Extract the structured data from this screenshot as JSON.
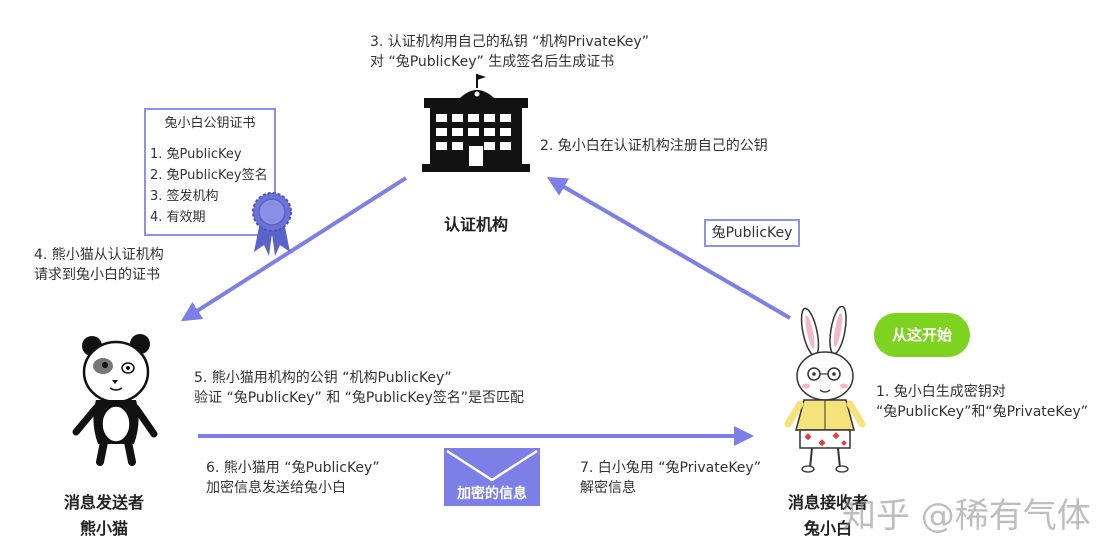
{
  "step3": {
    "line1": "3. 认证机构用自己的私钥 “机构PrivateKey”",
    "line2": "对 “兔PublicKey” 生成签名后生成证书"
  },
  "step2": {
    "text": "2. 兔小白在认证机构注册自己的公钥"
  },
  "authority": {
    "label": "认证机构"
  },
  "certificate": {
    "title": "兔小白公钥证书",
    "items": [
      "1.  兔PublicKey",
      "2.  兔PublicKey签名",
      "3.  签发机构",
      "4.  有效期"
    ]
  },
  "step4": {
    "line1": "4. 熊小猫从认证机构",
    "line2": "请求到兔小白的证书"
  },
  "key_box": {
    "text": "兔PublicKey"
  },
  "start_badge": {
    "text": "从这开始"
  },
  "step1": {
    "line1": "1. 兔小白生成密钥对",
    "line2": "“兔PublicKey”和“兔PrivateKey”"
  },
  "step5": {
    "line1": "5. 熊小猫用机构的公钥 “机构PublicKey”",
    "line2": "验证 “兔PublicKey” 和 “兔PublicKey签名”是否匹配"
  },
  "step6": {
    "line1": "6. 熊小猫用 “兔PublicKey”",
    "line2": "加密信息发送给兔小白"
  },
  "envelope": {
    "label": "加密的信息"
  },
  "step7": {
    "line1": "7. 白小兔用 “兔PrivateKey”",
    "line2": "解密信息"
  },
  "sender": {
    "line1": "消息发送者",
    "line2": "熊小猫"
  },
  "receiver": {
    "line1": "消息接收者",
    "line2": "兔小白"
  },
  "watermark": {
    "text": "知乎 @稀有气体"
  },
  "colors": {
    "arrow": "#7b7fe6",
    "box_border": "#8c92e8",
    "badge": "#7ed321",
    "envelope": "#7b7fe6"
  }
}
